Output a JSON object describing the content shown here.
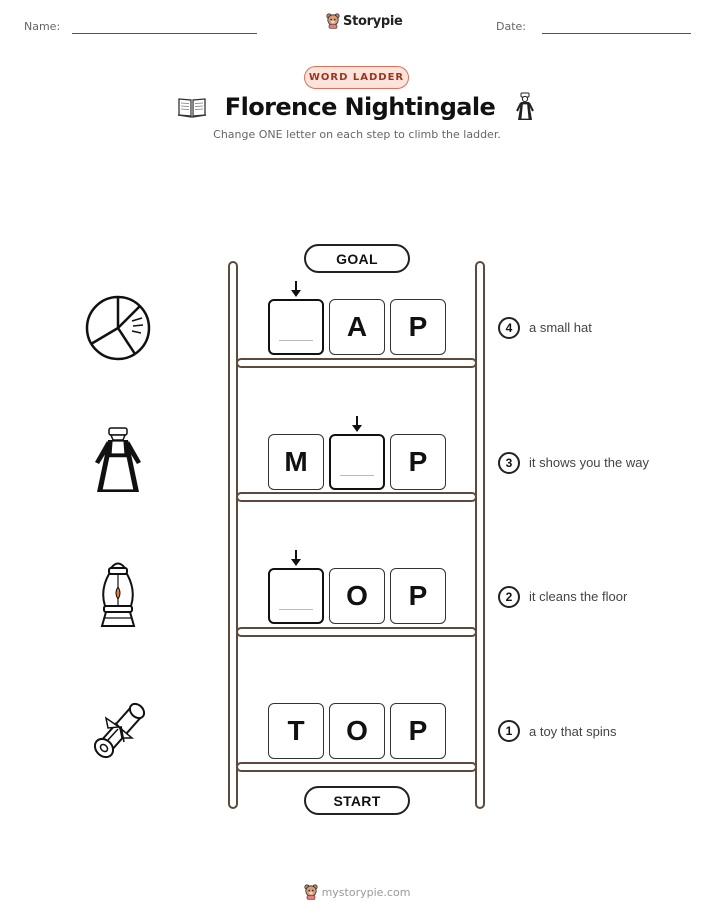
{
  "header": {
    "name_label": "Name:",
    "date_label": "Date:",
    "brand": "Storypie",
    "brand_icon": "bear-mascot-icon"
  },
  "badge": "WORD LADDER",
  "title": "Florence Nightingale",
  "title_icons": [
    "open-book-icon",
    "nurse-uniform-icon"
  ],
  "subtitle": "Change ONE letter on each step to climb the ladder.",
  "goal_label": "GOAL",
  "start_label": "START",
  "steps": [
    {
      "number": "4",
      "clue": "a small hat",
      "picture": "pie-chart-icon",
      "letters": [
        "",
        "A",
        "P"
      ],
      "blank_index": 0
    },
    {
      "number": "3",
      "clue": "it shows you the way",
      "picture": "nurse-dress-icon",
      "letters": [
        "M",
        "",
        "P"
      ],
      "blank_index": 1
    },
    {
      "number": "2",
      "clue": "it cleans the floor",
      "picture": "oil-lantern-icon",
      "letters": [
        "",
        "O",
        "P"
      ],
      "blank_index": 0
    },
    {
      "number": "1",
      "clue": "a toy that spins",
      "picture": "diploma-scroll-icon",
      "letters": [
        "T",
        "O",
        "P"
      ],
      "blank_index": null
    }
  ],
  "footer": "mystorypie.com",
  "colors": {
    "ladder": "#5e4a3c",
    "badge_bg": "#fde3da",
    "badge_border": "#e0705a",
    "badge_text": "#9a3522"
  }
}
